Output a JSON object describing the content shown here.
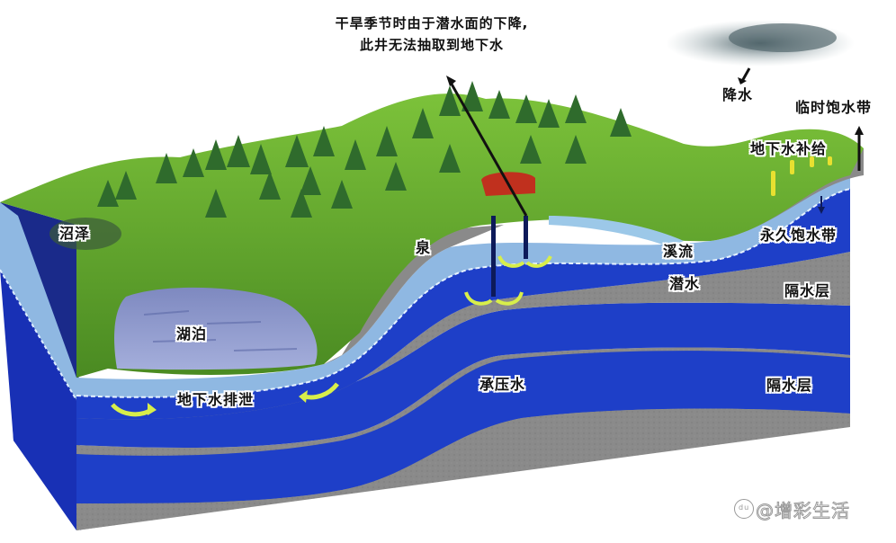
{
  "diagram": {
    "type": "groundwater-cross-section",
    "title_lines": [
      "干旱季节时由于潜水面的下降,",
      "此井无法抽取到地下水"
    ],
    "labels": {
      "precipitation": "降水",
      "temporary_saturated_zone": "临时饱水带",
      "groundwater_recharge": "地下水补给",
      "permanent_saturated_zone": "永久饱水带",
      "stream": "溪流",
      "phreatic_water": "潜水",
      "aquiclude_upper": "隔水层",
      "aquiclude_lower": "隔水层",
      "confined_water": "承压水",
      "spring": "泉",
      "swamp": "沼泽",
      "lake": "湖泊",
      "groundwater_discharge": "地下水排泄"
    },
    "colors": {
      "grass": "#5a9a2a",
      "tree": "#2f6b2c",
      "unsaturated_zone": "#8fb8e2",
      "saturated_water": "#1e3fc8",
      "aquiclude": "#8a8a8a",
      "lake": "#8a95c8",
      "arrow_yellow": "#d8ee4a",
      "house_roof": "#c0301e",
      "cloud": "#5d7278"
    }
  },
  "watermark": {
    "text": "@增彩生活",
    "icon": "baidu-paw-icon"
  }
}
